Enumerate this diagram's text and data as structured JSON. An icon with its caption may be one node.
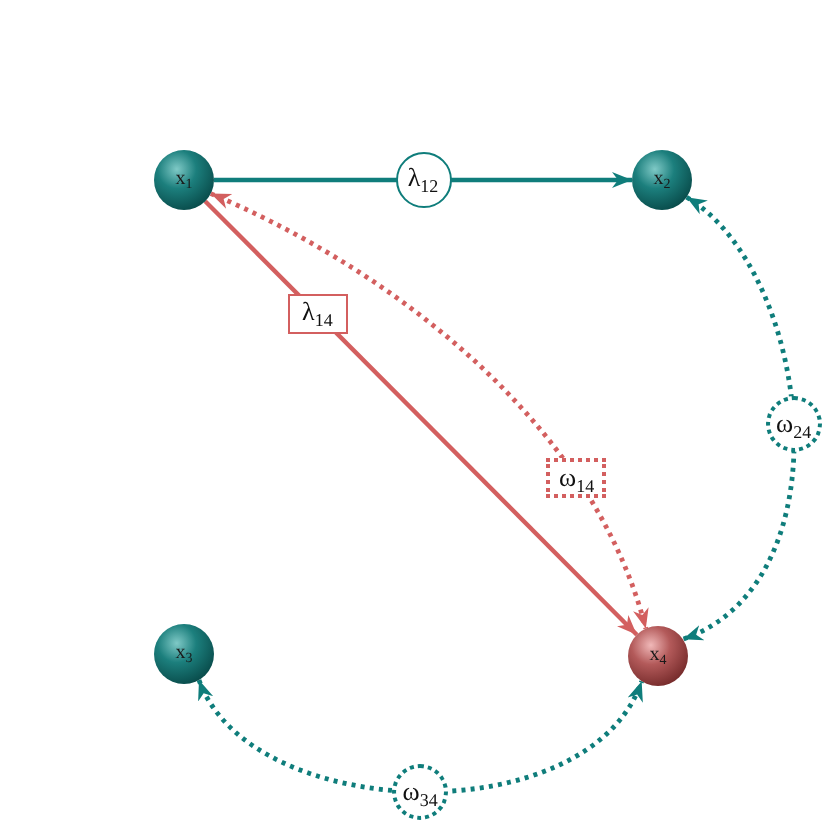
{
  "diagram": {
    "nodes": [
      {
        "text": [
          "x$_{1}$"
        ]
      },
      {
        "text": [
          "x$_{2}$"
        ]
      },
      {
        "text": [
          "x$_{3}$"
        ]
      },
      {
        "text": [
          "x$_{4}$"
        ]
      }
    ],
    "edges": [
      {
        "from": 0,
        "to": 1,
        "arrow": "to",
        "label": "λ$_{12}$"
      },
      {
        "from": 0,
        "to": 3,
        "arrow": "to",
        "label": "λ$_{14}$",
        "color": "#d35f5f"
      },
      {
        "from": 0,
        "to": 3,
        "arrow": "both",
        "label": "ω$_{14}$",
        "style": "dashed",
        "color": "#d35f5f"
      },
      {
        "from": 1,
        "to": 3,
        "arrow": "both",
        "label": "ω$_{24}$",
        "style": "dashed"
      },
      {
        "from": 2,
        "to": 3,
        "arrow": "both",
        "label": "ω$_{34}$",
        "style": "dashed"
      }
    ]
  }
}
